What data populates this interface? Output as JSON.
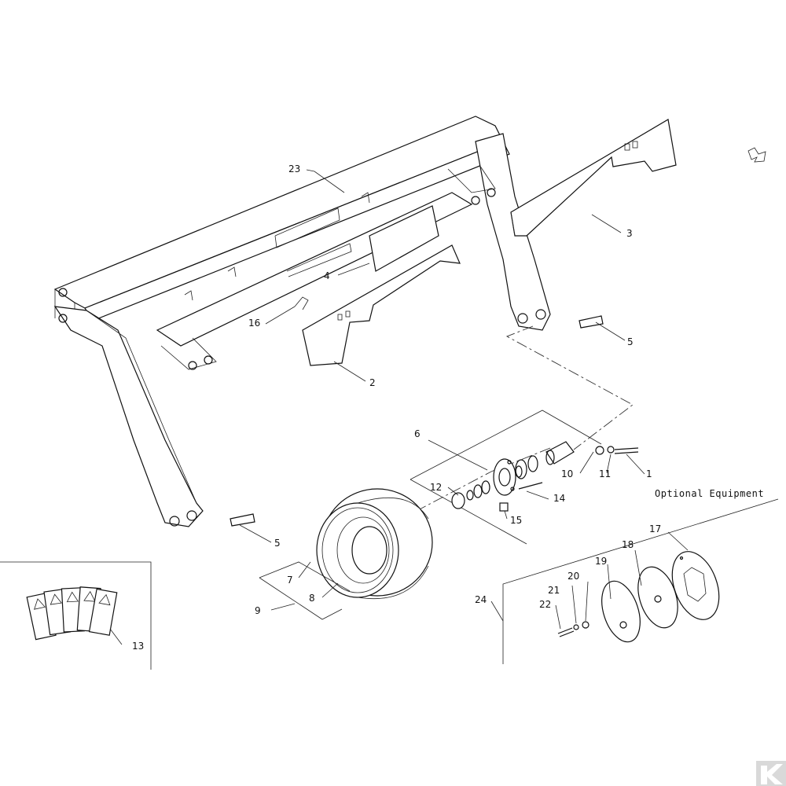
{
  "callouts": {
    "c1": "1",
    "c2": "2",
    "c3": "3",
    "c4": "4",
    "c5a": "5",
    "c5b": "5",
    "c6": "6",
    "c7": "7",
    "c8": "8",
    "c9": "9",
    "c10": "10",
    "c11": "11",
    "c12": "12",
    "c13": "13",
    "c14": "14",
    "c15": "15",
    "c16": "16",
    "c17": "17",
    "c18": "18",
    "c19": "19",
    "c20": "20",
    "c21": "21",
    "c22": "22",
    "c23": "23",
    "c24": "24"
  },
  "optional_equipment": "Optional Equipment",
  "icons": [
    "direction-arrow-icon",
    "brand-logo-icon",
    "warning-decals-icon"
  ]
}
